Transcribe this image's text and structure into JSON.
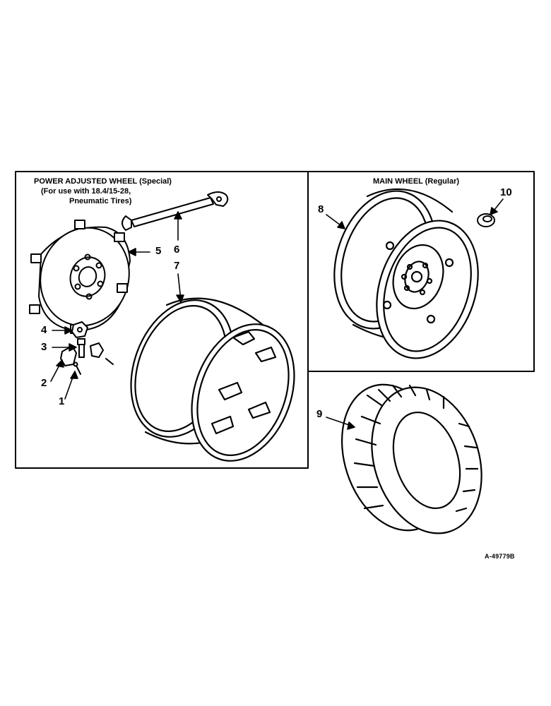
{
  "panels": {
    "left": {
      "title_line1": "POWER ADJUSTED WHEEL (Special)",
      "title_line2": "(For use with 18.4/15-28,",
      "title_line3": "Pneumatic Tires)"
    },
    "right": {
      "title": "MAIN WHEEL (Regular)"
    }
  },
  "callouts": {
    "c1": "1",
    "c2": "2",
    "c3": "3",
    "c4": "4",
    "c5": "5",
    "c6": "6",
    "c7": "7",
    "c8": "8",
    "c9": "9",
    "c10": "10"
  },
  "reference": "A-49779B",
  "colors": {
    "ink": "#000000",
    "paper": "#ffffff"
  }
}
